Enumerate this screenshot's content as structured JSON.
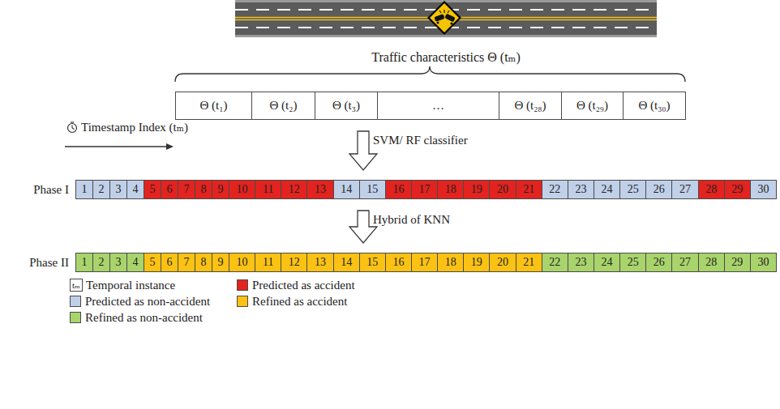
{
  "diagram": {
    "nodes": [
      {
        "text": [
          "Traffic characteristics Θ (tₘ)"
        ]
      },
      {
        "text": [
          "Θ (t₁)"
        ],
        "in": 0
      },
      {
        "text": [
          "Θ (t₂)"
        ],
        "in": 0
      },
      {
        "text": [
          "Θ (t₃)"
        ],
        "in": 0
      },
      {
        "text": [
          "…"
        ],
        "in": 0
      },
      {
        "text": [
          "Θ (t₂₈)"
        ],
        "in": 0
      },
      {
        "text": [
          "Θ (t₂₉)"
        ],
        "in": 0
      },
      {
        "text": [
          "Θ (t₃₀)"
        ],
        "in": 0
      },
      {
        "text": [
          "Phase I"
        ]
      },
      {
        "text": [
          "1"
        ],
        "in": 8
      },
      {
        "text": [
          "2"
        ],
        "in": 8
      },
      {
        "text": [
          "3"
        ],
        "in": 8
      },
      {
        "text": [
          "4"
        ],
        "in": 8
      },
      {
        "text": [
          "5"
        ],
        "in": 8
      },
      {
        "text": [
          "6"
        ],
        "in": 8
      },
      {
        "text": [
          "7"
        ],
        "in": 8
      },
      {
        "text": [
          "8"
        ],
        "in": 8
      },
      {
        "text": [
          "9"
        ],
        "in": 8
      },
      {
        "text": [
          "10"
        ],
        "in": 8
      },
      {
        "text": [
          "11"
        ],
        "in": 8
      },
      {
        "text": [
          "12"
        ],
        "in": 8
      },
      {
        "text": [
          "13"
        ],
        "in": 8
      },
      {
        "text": [
          "14"
        ],
        "in": 8
      },
      {
        "text": [
          "15"
        ],
        "in": 8
      },
      {
        "text": [
          "16"
        ],
        "in": 8
      },
      {
        "text": [
          "17"
        ],
        "in": 8
      },
      {
        "text": [
          "18"
        ],
        "in": 8
      },
      {
        "text": [
          "19"
        ],
        "in": 8
      },
      {
        "text": [
          "20"
        ],
        "in": 8
      },
      {
        "text": [
          "21"
        ],
        "in": 8
      },
      {
        "text": [
          "22"
        ],
        "in": 8
      },
      {
        "text": [
          "23"
        ],
        "in": 8
      },
      {
        "text": [
          "24"
        ],
        "in": 8
      },
      {
        "text": [
          "25"
        ],
        "in": 8
      },
      {
        "text": [
          "26"
        ],
        "in": 8
      },
      {
        "text": [
          "27"
        ],
        "in": 8
      },
      {
        "text": [
          "28"
        ],
        "in": 8
      },
      {
        "text": [
          "29"
        ],
        "in": 8
      },
      {
        "text": [
          "30"
        ],
        "in": 8
      },
      {
        "text": [
          "Phase II"
        ]
      },
      {
        "text": [
          "1"
        ],
        "in": 39
      },
      {
        "text": [
          "2"
        ],
        "in": 39
      },
      {
        "text": [
          "3"
        ],
        "in": 39
      },
      {
        "text": [
          "4"
        ],
        "in": 39
      },
      {
        "text": [
          "5"
        ],
        "in": 39
      },
      {
        "text": [
          "6"
        ],
        "in": 39
      },
      {
        "text": [
          "7"
        ],
        "in": 39
      },
      {
        "text": [
          "8"
        ],
        "in": 39
      },
      {
        "text": [
          "9"
        ],
        "in": 39
      },
      {
        "text": [
          "10"
        ],
        "in": 39
      },
      {
        "text": [
          "11"
        ],
        "in": 39
      },
      {
        "text": [
          "12"
        ],
        "in": 39
      },
      {
        "text": [
          "13"
        ],
        "in": 39
      },
      {
        "text": [
          "14"
        ],
        "in": 39
      },
      {
        "text": [
          "15"
        ],
        "in": 39
      },
      {
        "text": [
          "16"
        ],
        "in": 39
      },
      {
        "text": [
          "17"
        ],
        "in": 39
      },
      {
        "text": [
          "18"
        ],
        "in": 39
      },
      {
        "text": [
          "19"
        ],
        "in": 39
      },
      {
        "text": [
          "20"
        ],
        "in": 39
      },
      {
        "text": [
          "21"
        ],
        "in": 39
      },
      {
        "text": [
          "22"
        ],
        "in": 39
      },
      {
        "text": [
          "23"
        ],
        "in": 39
      },
      {
        "text": [
          "24"
        ],
        "in": 39
      },
      {
        "text": [
          "25"
        ],
        "in": 39
      },
      {
        "text": [
          "26"
        ],
        "in": 39
      },
      {
        "text": [
          "27"
        ],
        "in": 39
      },
      {
        "text": [
          "28"
        ],
        "in": 39
      },
      {
        "text": [
          "29"
        ],
        "in": 39
      },
      {
        "text": [
          "30"
        ],
        "in": 39
      }
    ],
    "edges": [
      {
        "from": 0,
        "to": 8,
        "arrow": "to",
        "label": "SVM/ RF classifier"
      },
      {
        "from": 8,
        "to": 39,
        "arrow": "to",
        "label": "Hybrid of KNN"
      }
    ],
    "labels": [
      "Timestamp Index (tₘ)",
      "tₘ"
    ],
    "legend": [
      {
        "text": "Temporal instance"
      },
      {
        "text": "Predicted as accident",
        "color": "#e2231f"
      },
      {
        "text": "Predicted as non-accident",
        "color": "#c0d0e9"
      },
      {
        "text": "Refined as accident",
        "color": "#fbc213"
      },
      {
        "text": "Refined as non-accident",
        "color": "#a9d46c"
      }
    ]
  }
}
